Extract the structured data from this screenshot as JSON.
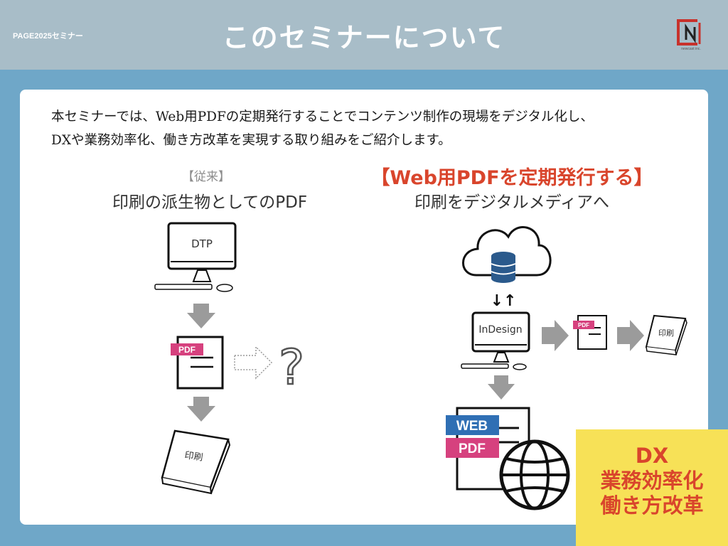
{
  "header": {
    "tag": "PAGE2025セミナー",
    "title": "このセミナーについて",
    "logo_text": "newcast inc."
  },
  "intro": {
    "line1": "本セミナーでは、Web用PDFの定期発行することでコンテンツ制作の現場をデジタル化し、",
    "line2": "DXや業務効率化、働き方改革を実現する取り組みをご紹介します。"
  },
  "left": {
    "subtitle": "【従来】",
    "title": "印刷の派生物としてのPDF",
    "monitor_label": "DTP",
    "pdf_tag": "PDF",
    "question_mark": "?",
    "book_label": "印刷"
  },
  "right": {
    "subtitle": "【Web用PDFを定期発行する】",
    "title": "印刷をデジタルメディアへ",
    "sync_arrows": "↓↑",
    "monitor_label": "InDesign",
    "pdf_tag": "PDF",
    "book_label": "印刷",
    "web_tag": "WEB",
    "pdf_tag2": "PDF"
  },
  "dx": {
    "line1": "DX",
    "line2": "業務効率化",
    "line3": "働き方改革"
  },
  "colors": {
    "header_bg": "#a8bdc8",
    "page_bg": "#6fa7c8",
    "accent_red": "#d9452c",
    "pdf_pink": "#d6417e",
    "web_blue": "#2f6fb4",
    "dx_yellow": "#f7e157"
  }
}
